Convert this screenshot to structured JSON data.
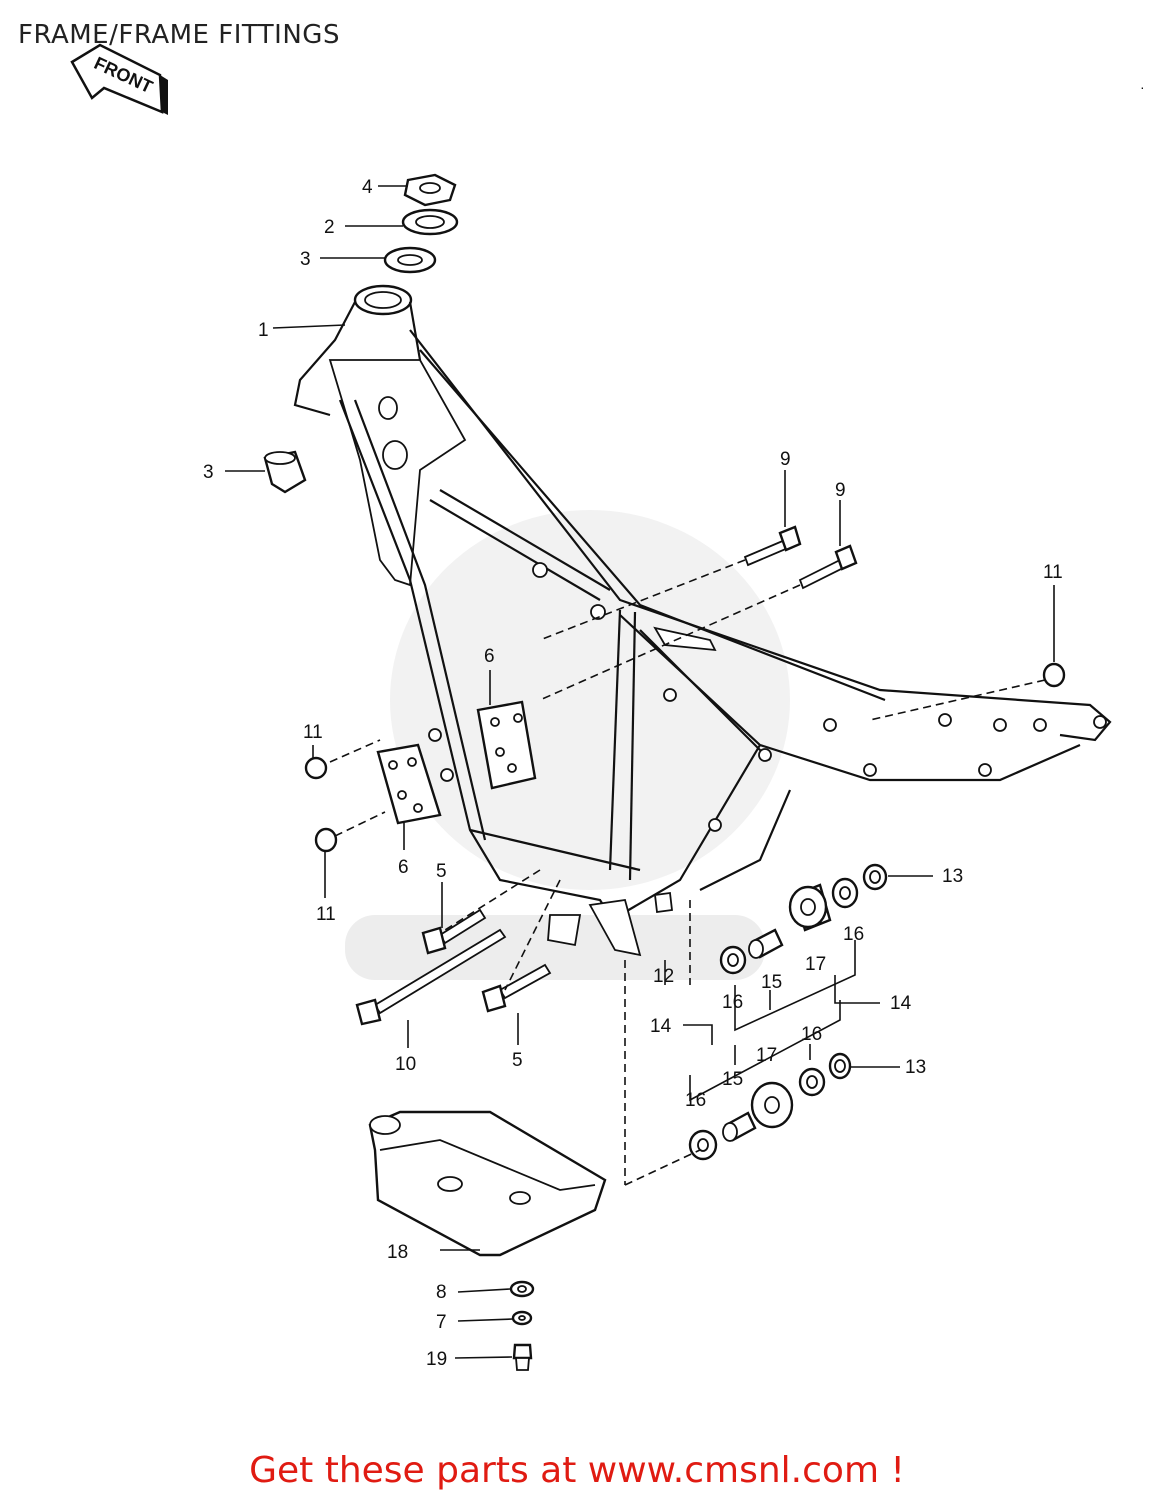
{
  "header": {
    "title": "FRAME/FRAME FITTINGS"
  },
  "front_arrow": {
    "label": "FRONT"
  },
  "callouts": [
    {
      "id": "c4",
      "label": "4"
    },
    {
      "id": "c2",
      "label": "2"
    },
    {
      "id": "c3a",
      "label": "3"
    },
    {
      "id": "c1",
      "label": "1"
    },
    {
      "id": "c3b",
      "label": "3"
    },
    {
      "id": "c9a",
      "label": "9"
    },
    {
      "id": "c9b",
      "label": "9"
    },
    {
      "id": "c11a",
      "label": "11"
    },
    {
      "id": "c6a",
      "label": "6"
    },
    {
      "id": "c11b",
      "label": "11"
    },
    {
      "id": "c6b",
      "label": "6"
    },
    {
      "id": "c11c",
      "label": "11"
    },
    {
      "id": "c5a",
      "label": "5"
    },
    {
      "id": "c13a",
      "label": "13"
    },
    {
      "id": "c16a",
      "label": "16"
    },
    {
      "id": "c17a",
      "label": "17"
    },
    {
      "id": "c12",
      "label": "12"
    },
    {
      "id": "c15a",
      "label": "15"
    },
    {
      "id": "c16b",
      "label": "16"
    },
    {
      "id": "c14a",
      "label": "14"
    },
    {
      "id": "c10",
      "label": "10"
    },
    {
      "id": "c5b",
      "label": "5"
    },
    {
      "id": "c14b",
      "label": "14"
    },
    {
      "id": "c16c",
      "label": "16"
    },
    {
      "id": "c17b",
      "label": "17"
    },
    {
      "id": "c13b",
      "label": "13"
    },
    {
      "id": "c15b",
      "label": "15"
    },
    {
      "id": "c16d",
      "label": "16"
    },
    {
      "id": "c18",
      "label": "18"
    },
    {
      "id": "c8",
      "label": "8"
    },
    {
      "id": "c7",
      "label": "7"
    },
    {
      "id": "c19",
      "label": "19"
    }
  ],
  "footer": {
    "cta": "Get these parts at www.cmsnl.com !"
  }
}
